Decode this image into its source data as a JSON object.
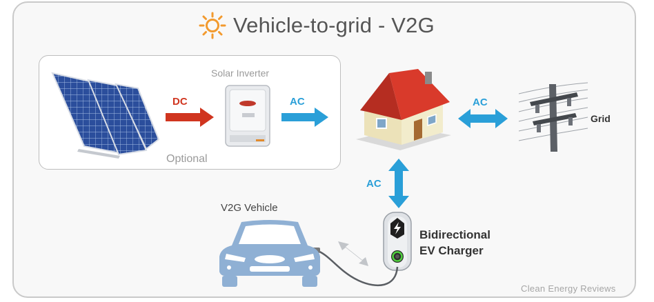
{
  "title": "Vehicle-to-grid - V2G",
  "labels": {
    "solar_inverter": "Solar Inverter",
    "optional": "Optional",
    "dc": "DC",
    "ac_inverter_house": "AC",
    "ac_house_grid": "AC",
    "ac_house_charger": "AC",
    "grid": "Grid",
    "vehicle": "V2G Vehicle",
    "charger_line1": "Bidirectional",
    "charger_line2": "EV Charger",
    "credit": "Clean Energy Reviews"
  },
  "icons": {
    "title": "sun-icon",
    "panels": "solar-panel-icon",
    "inverter": "inverter-icon",
    "house": "house-icon",
    "grid": "power-pole-icon",
    "charger": "ev-charger-icon",
    "vehicle": "car-icon"
  },
  "colors": {
    "dc_arrow": "#d0351f",
    "ac_arrow": "#2a9fd8",
    "sun": "#f29a2e",
    "roof": "#d93a2b",
    "car": "#8fb0d4"
  }
}
